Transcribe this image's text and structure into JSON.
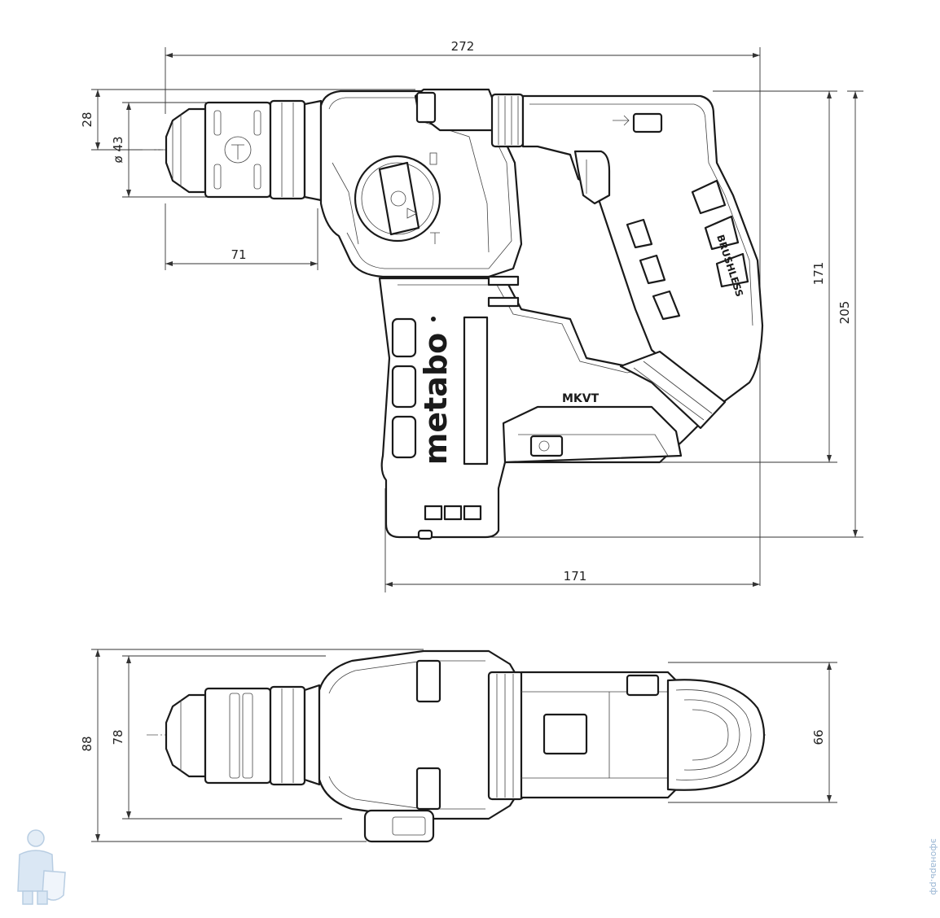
{
  "side_view": {
    "dimensions": {
      "overall_length": "272",
      "chuck_offset": "28",
      "chuck_diameter": "ø 43",
      "chuck_length": "71",
      "height_without_battery": "171",
      "height_total": "205",
      "base_length": "171"
    },
    "labels": {
      "brand": "metabo",
      "battery_badge": "MKVT",
      "handle_text": "BRUSHLESS"
    }
  },
  "top_view": {
    "dimensions": {
      "overall_width": "88",
      "body_width": "78",
      "rear_width": "66"
    }
  },
  "watermark": {
    "text": "эфонарь.рф",
    "icon": "plumber-mascot-icon"
  }
}
